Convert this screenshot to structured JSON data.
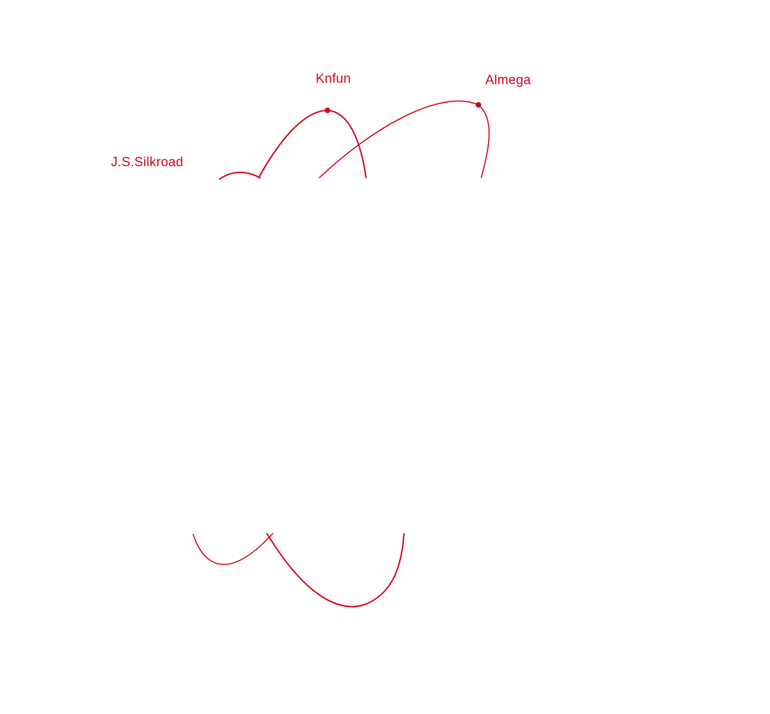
{
  "colors": {
    "accent": "#d0021b",
    "background": "#ffffff"
  },
  "labels": {
    "knfun": "Knfun",
    "almega": "Almega",
    "silkroad": "J.S.Silkroad"
  }
}
